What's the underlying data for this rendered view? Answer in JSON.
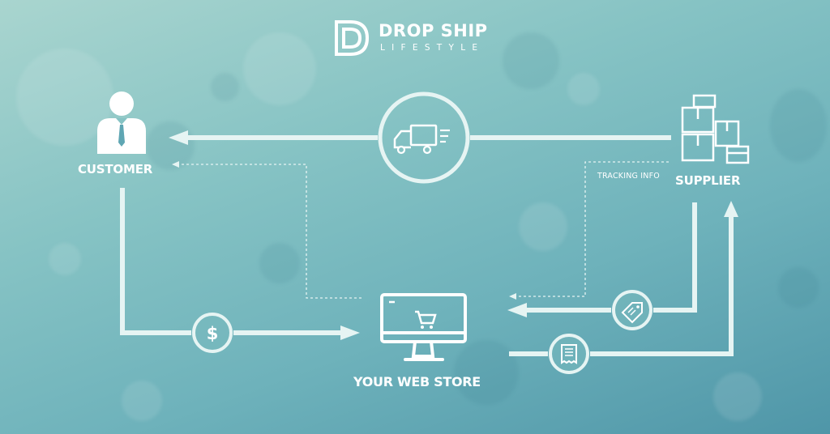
{
  "brand": {
    "title": "DROP SHIP",
    "subtitle": "LIFESTYLE"
  },
  "nodes": {
    "customer": "CUSTOMER",
    "supplier": "SUPPLIER",
    "store": "YOUR WEB STORE"
  },
  "annotations": {
    "tracking": "TRACKING INFO"
  },
  "icons": {
    "customer": "customer-person-icon",
    "supplier": "supplier-boxes-icon",
    "store": "web-store-monitor-icon",
    "truck": "delivery-truck-icon",
    "payment": "dollar-icon",
    "price": "price-tag-icon",
    "order": "receipt-icon"
  },
  "colors": {
    "line": "#e6f4f3",
    "text": "#ffffff"
  }
}
